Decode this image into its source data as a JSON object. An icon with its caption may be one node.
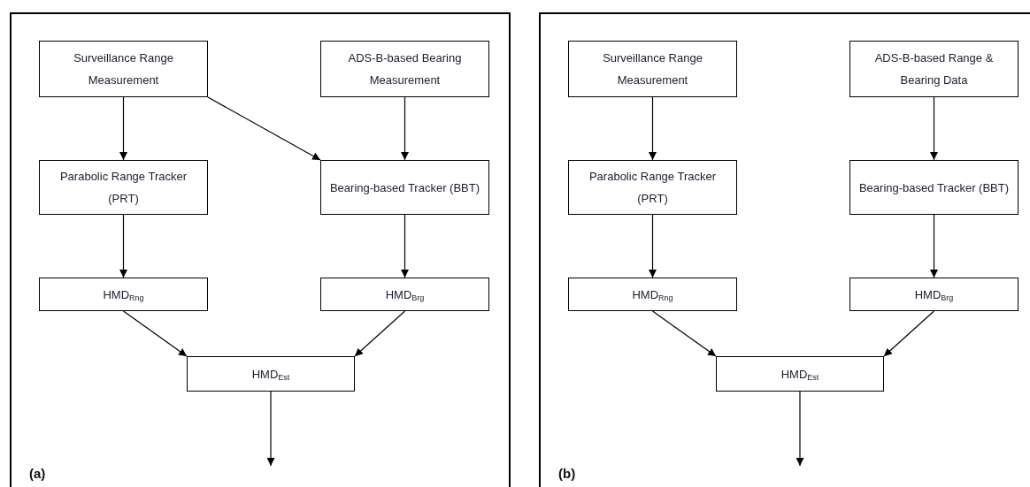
{
  "diagram": {
    "nodes": [
      {
        "text": [
          "(a)"
        ]
      },
      {
        "text": [
          "Surveillance Range Measurement"
        ],
        "in": 0
      },
      {
        "text": [
          "ADS-B-based Bearing Measurement"
        ],
        "in": 0
      },
      {
        "text": [
          "Parabolic Range Tracker (PRT)"
        ],
        "in": 0
      },
      {
        "text": [
          "Bearing-based Tracker (BBT)"
        ],
        "in": 0
      },
      {
        "text": [
          "HMD$_{Rng}$"
        ],
        "in": 0
      },
      {
        "text": [
          "HMD$_{Brg}$"
        ],
        "in": 0
      },
      {
        "text": [
          "HMD$_{Est}$"
        ],
        "in": 0
      },
      {
        "text": [
          "(b)"
        ]
      },
      {
        "text": [
          "Surveillance Range Measurement"
        ],
        "in": 8
      },
      {
        "text": [
          "ADS-B-based Range & Bearing Data"
        ],
        "in": 8
      },
      {
        "text": [
          "Parabolic Range Tracker (PRT)"
        ],
        "in": 8
      },
      {
        "text": [
          "Bearing-based Tracker (BBT)"
        ],
        "in": 8
      },
      {
        "text": [
          "HMD$_{Rng}$"
        ],
        "in": 8
      },
      {
        "text": [
          "HMD$_{Brg}$"
        ],
        "in": 8
      },
      {
        "text": [
          "HMD$_{Est}$"
        ],
        "in": 8
      }
    ],
    "edges": [
      {
        "from": 1,
        "to": 3,
        "arrow": "to"
      },
      {
        "from": 1,
        "to": 4,
        "arrow": "to"
      },
      {
        "from": 2,
        "to": 4,
        "arrow": "to"
      },
      {
        "from": 3,
        "to": 5,
        "arrow": "to"
      },
      {
        "from": 4,
        "to": 6,
        "arrow": "to"
      },
      {
        "from": 5,
        "to": 7,
        "arrow": "to"
      },
      {
        "from": 6,
        "to": 7,
        "arrow": "to"
      },
      {
        "from": 7,
        "to": null,
        "arrow": "to"
      },
      {
        "from": 9,
        "to": 11,
        "arrow": "to"
      },
      {
        "from": 10,
        "to": 12,
        "arrow": "to"
      },
      {
        "from": 11,
        "to": 13,
        "arrow": "to"
      },
      {
        "from": 12,
        "to": 14,
        "arrow": "to"
      },
      {
        "from": 13,
        "to": 15,
        "arrow": "to"
      },
      {
        "from": 14,
        "to": 15,
        "arrow": "to"
      },
      {
        "from": 15,
        "to": null,
        "arrow": "to"
      }
    ]
  }
}
